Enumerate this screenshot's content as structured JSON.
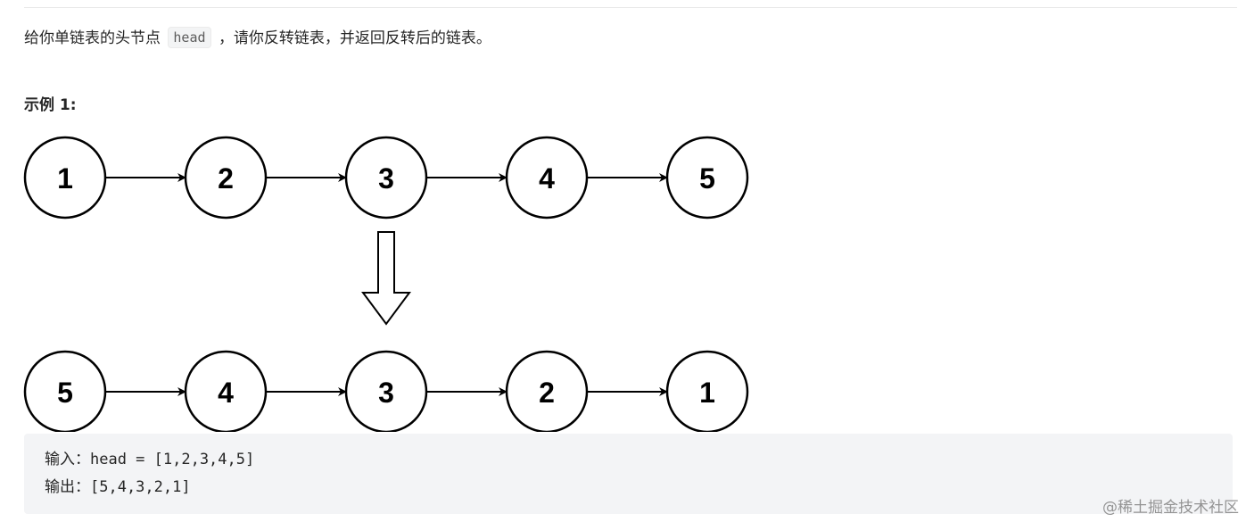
{
  "problem": {
    "description_before": "给你单链表的头节点",
    "head_code": "head",
    "description_after": "，请你反转链表，并返回反转后的链表。"
  },
  "example": {
    "heading": "示例 1:",
    "original_list": [
      "1",
      "2",
      "3",
      "4",
      "5"
    ],
    "reversed_list": [
      "5",
      "4",
      "3",
      "2",
      "1"
    ],
    "input_line": "输入：head = [1,2,3,4,5]",
    "output_line": "输出：[5,4,3,2,1]"
  },
  "watermark": "@稀土掘金技术社区",
  "colors": {
    "text": "#262626",
    "node_stroke": "#000000",
    "code_background": "#f3f4f6"
  },
  "icons": {
    "transform_arrow": "down-arrow-icon"
  }
}
